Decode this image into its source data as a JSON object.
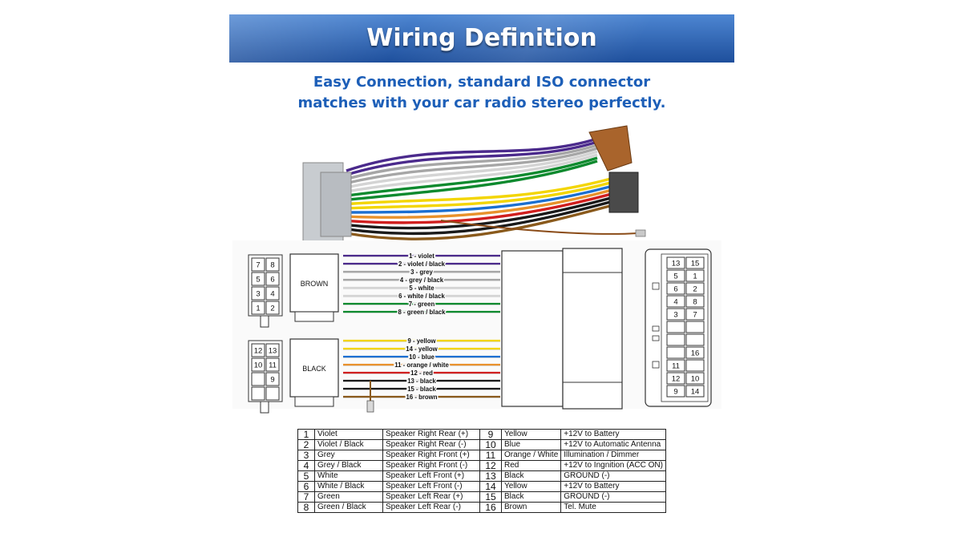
{
  "header": {
    "title": "Wiring Definition",
    "subtitle_line1": "Easy Connection, standard ISO connector",
    "subtitle_line2": "matches with your car radio stereo  perfectly."
  },
  "diagram": {
    "connector_brown": "BROWN",
    "connector_black": "BLACK",
    "left_grid_a": [
      "7",
      "8",
      "5",
      "6",
      "3",
      "4",
      "1",
      "2"
    ],
    "left_grid_b": [
      "12",
      "13",
      "10",
      "11",
      "",
      "9",
      "",
      ""
    ],
    "right_grid": [
      "13",
      "15",
      "5",
      "1",
      "6",
      "2",
      "4",
      "8",
      "3",
      "7",
      "",
      "",
      "",
      "",
      "",
      "16",
      "11",
      "",
      "12",
      "10",
      "9",
      "14"
    ],
    "wires": [
      {
        "label": "1 - violet",
        "color": "#4b2a8c"
      },
      {
        "label": "2 - violet / black",
        "color": "#4b2a8c"
      },
      {
        "label": "3 - grey",
        "color": "#a6a6a6"
      },
      {
        "label": "4 - grey / black",
        "color": "#a6a6a6"
      },
      {
        "label": "5 - white",
        "color": "#d4d4d4"
      },
      {
        "label": "6 - white / black",
        "color": "#d4d4d4"
      },
      {
        "label": "7 - green",
        "color": "#0d8a2e"
      },
      {
        "label": "8 - green / black",
        "color": "#0d8a2e"
      },
      {
        "label": "9 - yellow",
        "color": "#f3d500"
      },
      {
        "label": "14 - yellow",
        "color": "#f3d500"
      },
      {
        "label": "10 - blue",
        "color": "#1b6fd1"
      },
      {
        "label": "11 - orange / white",
        "color": "#e8912b"
      },
      {
        "label": "12 - red",
        "color": "#d01f1f"
      },
      {
        "label": "13 - black",
        "color": "#1a1a1a"
      },
      {
        "label": "15 - black",
        "color": "#1a1a1a"
      },
      {
        "label": "16 - brown",
        "color": "#8a5a1c"
      }
    ]
  },
  "pin_table": [
    [
      "1",
      "Violet",
      "Speaker Right Rear (+)",
      "9",
      "Yellow",
      "+12V to Battery"
    ],
    [
      "2",
      "Violet / Black",
      "Speaker Right Rear (-)",
      "10",
      "Blue",
      "+12V to Automatic Antenna"
    ],
    [
      "3",
      "Grey",
      "Speaker Right Front (+)",
      "11",
      "Orange / White",
      "Illumination / Dimmer"
    ],
    [
      "4",
      "Grey / Black",
      "Speaker Right Front (-)",
      "12",
      "Red",
      "+12V to Ingnition (ACC ON)"
    ],
    [
      "5",
      "White",
      "Speaker Left Front (+)",
      "13",
      "Black",
      "GROUND (-)"
    ],
    [
      "6",
      "White / Black",
      "Speaker Left Front (-)",
      "14",
      "Yellow",
      "+12V to Battery"
    ],
    [
      "7",
      "Green",
      "Speaker Left Rear (+)",
      "15",
      "Black",
      "GROUND (-)"
    ],
    [
      "8",
      "Green / Black",
      "Speaker Left Rear (-)",
      "16",
      "Brown",
      "Tel. Mute"
    ]
  ]
}
